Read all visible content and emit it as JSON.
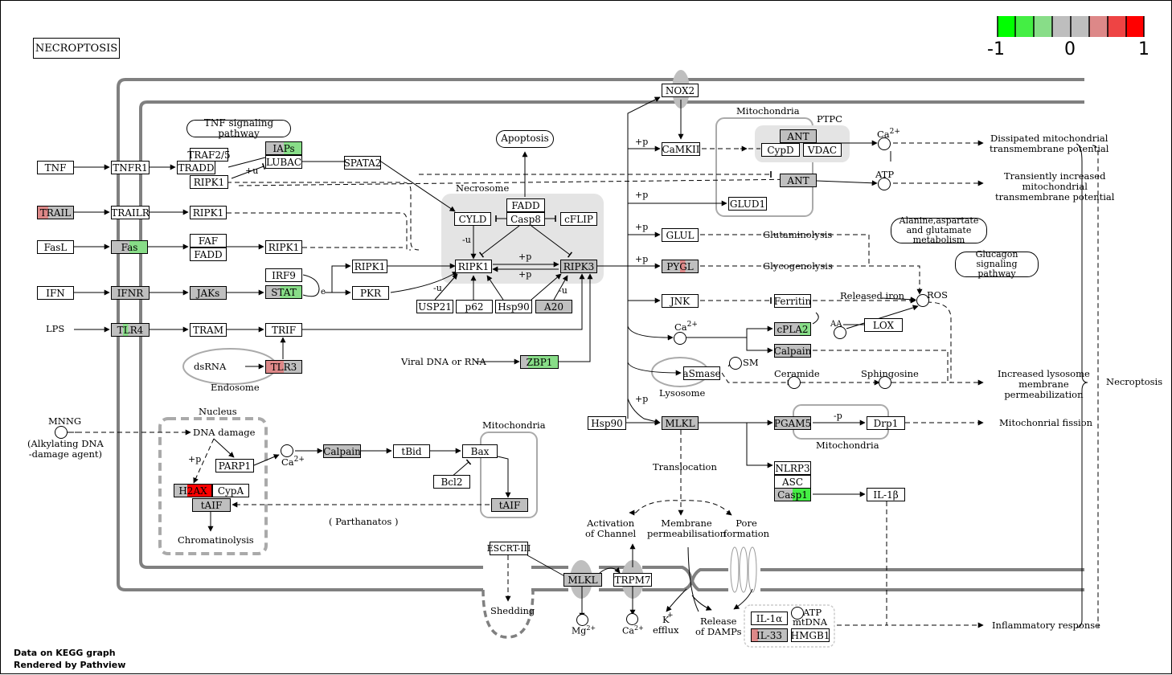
{
  "title": "NECROPTOSIS",
  "legend": {
    "labels": [
      "-1",
      "0",
      "1"
    ],
    "colors": [
      "#00ff00",
      "#44ee44",
      "#88dd88",
      "#bebebe",
      "#bebebe",
      "#dd8888",
      "#ee4444",
      "#ff0000"
    ]
  },
  "footer": {
    "line1": "Data on KEGG graph",
    "line2": "Rendered by Pathview"
  },
  "compartments": {
    "necrosome": "Necrosome",
    "mitochondria_top": "Mitochondria",
    "ptpc": "PTPC",
    "nucleus": "Nucleus",
    "mitochondria_mid": "Mitochondria",
    "mitochondria_right": "Mitochondria",
    "endosome": "Endosome",
    "lysosome": "Lysosome"
  },
  "pathways": {
    "tnf": "TNF signaling pathway",
    "apoptosis": "Apoptosis",
    "alanine": "Alanine,aspartate and glutamate metabolism",
    "glucagon": "Glucagon signaling pathway"
  },
  "genes": {
    "tnf": "TNF",
    "tnfr1": "TNFR1",
    "traf25": "TRAF2/5",
    "tradd": "TRADD",
    "ripk1_a": "RIPK1",
    "iaps": "IAPs",
    "lubac": "LUBAC",
    "spata2": "SPATA2",
    "trail": "TRAIL",
    "trailr": "TRAILR",
    "ripk1_b": "RIPK1",
    "fasl": "FasL",
    "fas": "Fas",
    "faf": "FAF",
    "fadd_a": "FADD",
    "ripk1_c": "RIPK1",
    "ifn": "IFN",
    "ifnr": "IFNR",
    "jaks": "JAKs",
    "irf9": "IRF9",
    "stat": "STAT",
    "ripk1_d": "RIPK1",
    "pkr": "PKR",
    "lps": "LPS",
    "tlr4": "TLR4",
    "tram": "TRAM",
    "trif": "TRIF",
    "dsrna": "dsRNA",
    "tlr3": "TLR3",
    "fadd_b": "FADD",
    "casp8": "Casp8",
    "cyld": "CYLD",
    "cflip": "cFLIP",
    "ripk1_main": "RIPK1",
    "ripk3": "RIPK3",
    "usp21": "USP21",
    "p62": "p62",
    "hsp90_a": "Hsp90",
    "a20": "A20",
    "viral": "Viral DNA or RNA",
    "zbp1": "ZBP1",
    "nox2": "NOX2",
    "camkii": "CaMKII",
    "ant_a": "ANT",
    "cypd": "CypD",
    "vdac": "VDAC",
    "ant_b": "ANT",
    "glud1": "GLUD1",
    "glul": "GLUL",
    "pygl": "PYGL",
    "jnk": "JNK",
    "ferritin": "Ferritin",
    "lox": "LOX",
    "cpla2": "cPLA2",
    "calpain_a": "Calpain",
    "asmase": "aSmase",
    "hsp90_b": "Hsp90",
    "mlkl_a": "MLKL",
    "pgam5": "PGAM5",
    "drp1": "Drp1",
    "nlrp3": "NLRP3",
    "asc": "ASC",
    "casp1": "Casp1",
    "il1b": "IL-1β",
    "mnng": "MNNG",
    "dna_damage": "DNA damage",
    "parp1": "PARP1",
    "calpain_b": "Calpain",
    "tbid": "tBid",
    "bax": "Bax",
    "bcl2": "Bcl2",
    "taif_a": "tAIF",
    "h2ax": "H2AX",
    "cypa": "CypA",
    "taif_b": "tAIF",
    "escrt": "ESCRT-III",
    "mlkl_b": "MLKL",
    "trpm7": "TRPM7",
    "il1a": "IL-1α",
    "il33": "IL-33",
    "hmgb1": "HMGB1"
  },
  "labels": {
    "u_plus": "+u",
    "minus_u_a": "-u",
    "minus_u_b": "-u",
    "minus_u_c": "-u",
    "p_a": "+p",
    "p_b": "+p",
    "p_c": "+p",
    "p_d": "+p",
    "p_e": "+p",
    "p_f": "+p",
    "p_g": "+p",
    "p_h": "+p",
    "minus_p": "-p",
    "e_lbl": "e",
    "ca_a": "Ca",
    "ca_b": "Ca",
    "ca_c": "Ca",
    "ca_d": "Ca",
    "sup2": "2+",
    "atp_a": "ATP",
    "atp_b": "ATP",
    "ros": "ROS",
    "aa": "AA",
    "sm": "SM",
    "glutaminolysis": "Glutaminolysis",
    "glycogenolysis": "Glycogenolysis",
    "released_iron": "Released iron",
    "ceramide": "Ceramide",
    "sphingosine": "Sphingosine",
    "dissipated": "Dissipated mitochondrial\ntransmembrane potential",
    "transiently": "Transiently increased\nmitochondrial\ntransmembrane potential",
    "lysosome_perm": "Increased lysosome\nmembrane\npermeabilization",
    "necroptosis": "Necroptosis",
    "mito_fission": "Mitochonrial fission",
    "translocation": "Translocation",
    "activation": "Activation\nof Channel",
    "membrane_perm": "Membrane\npermeabilisation",
    "pore": "Pore\nformation",
    "k_efflux": "K\nefflux",
    "k_sup": "+",
    "release_damps": "Release\nof DAMPs",
    "mtdna": "mtDNA",
    "inflammatory": "Inflammatory response",
    "shedding": "Shedding",
    "mg": "Mg",
    "mnng_desc": "(Alkylating DNA\n-damage agent)",
    "chromatinolysis": "Chromatinolysis",
    "parthanatos": "( Parthanatos )"
  }
}
